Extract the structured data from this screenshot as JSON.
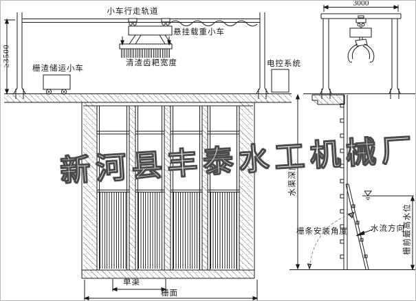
{
  "watermark_text": "新河县丰泰水工机械厂",
  "front_view": {
    "rail_track_label": "小车行走轨道",
    "load_trolley_label": "悬挂载重小车",
    "rake_width_label": "清渣齿耙宽度",
    "storage_cart_label": "栅渣储运小车",
    "control_system_label": "电控系统",
    "column_height_dim": "≥3500",
    "single_channel_label": "单渠",
    "rack_face_label": "栅面"
  },
  "side_view": {
    "span_dim": "3000",
    "channel_depth_label": "水渠深度",
    "bar_angle_label": "栅条安装角度",
    "flow_direction_label": "水流方向",
    "max_water_level_label": "栅前最高水位"
  },
  "colors": {
    "line": "#1a1a1a",
    "watermark_outline": "#4a4a4a",
    "background": "#ffffff"
  }
}
